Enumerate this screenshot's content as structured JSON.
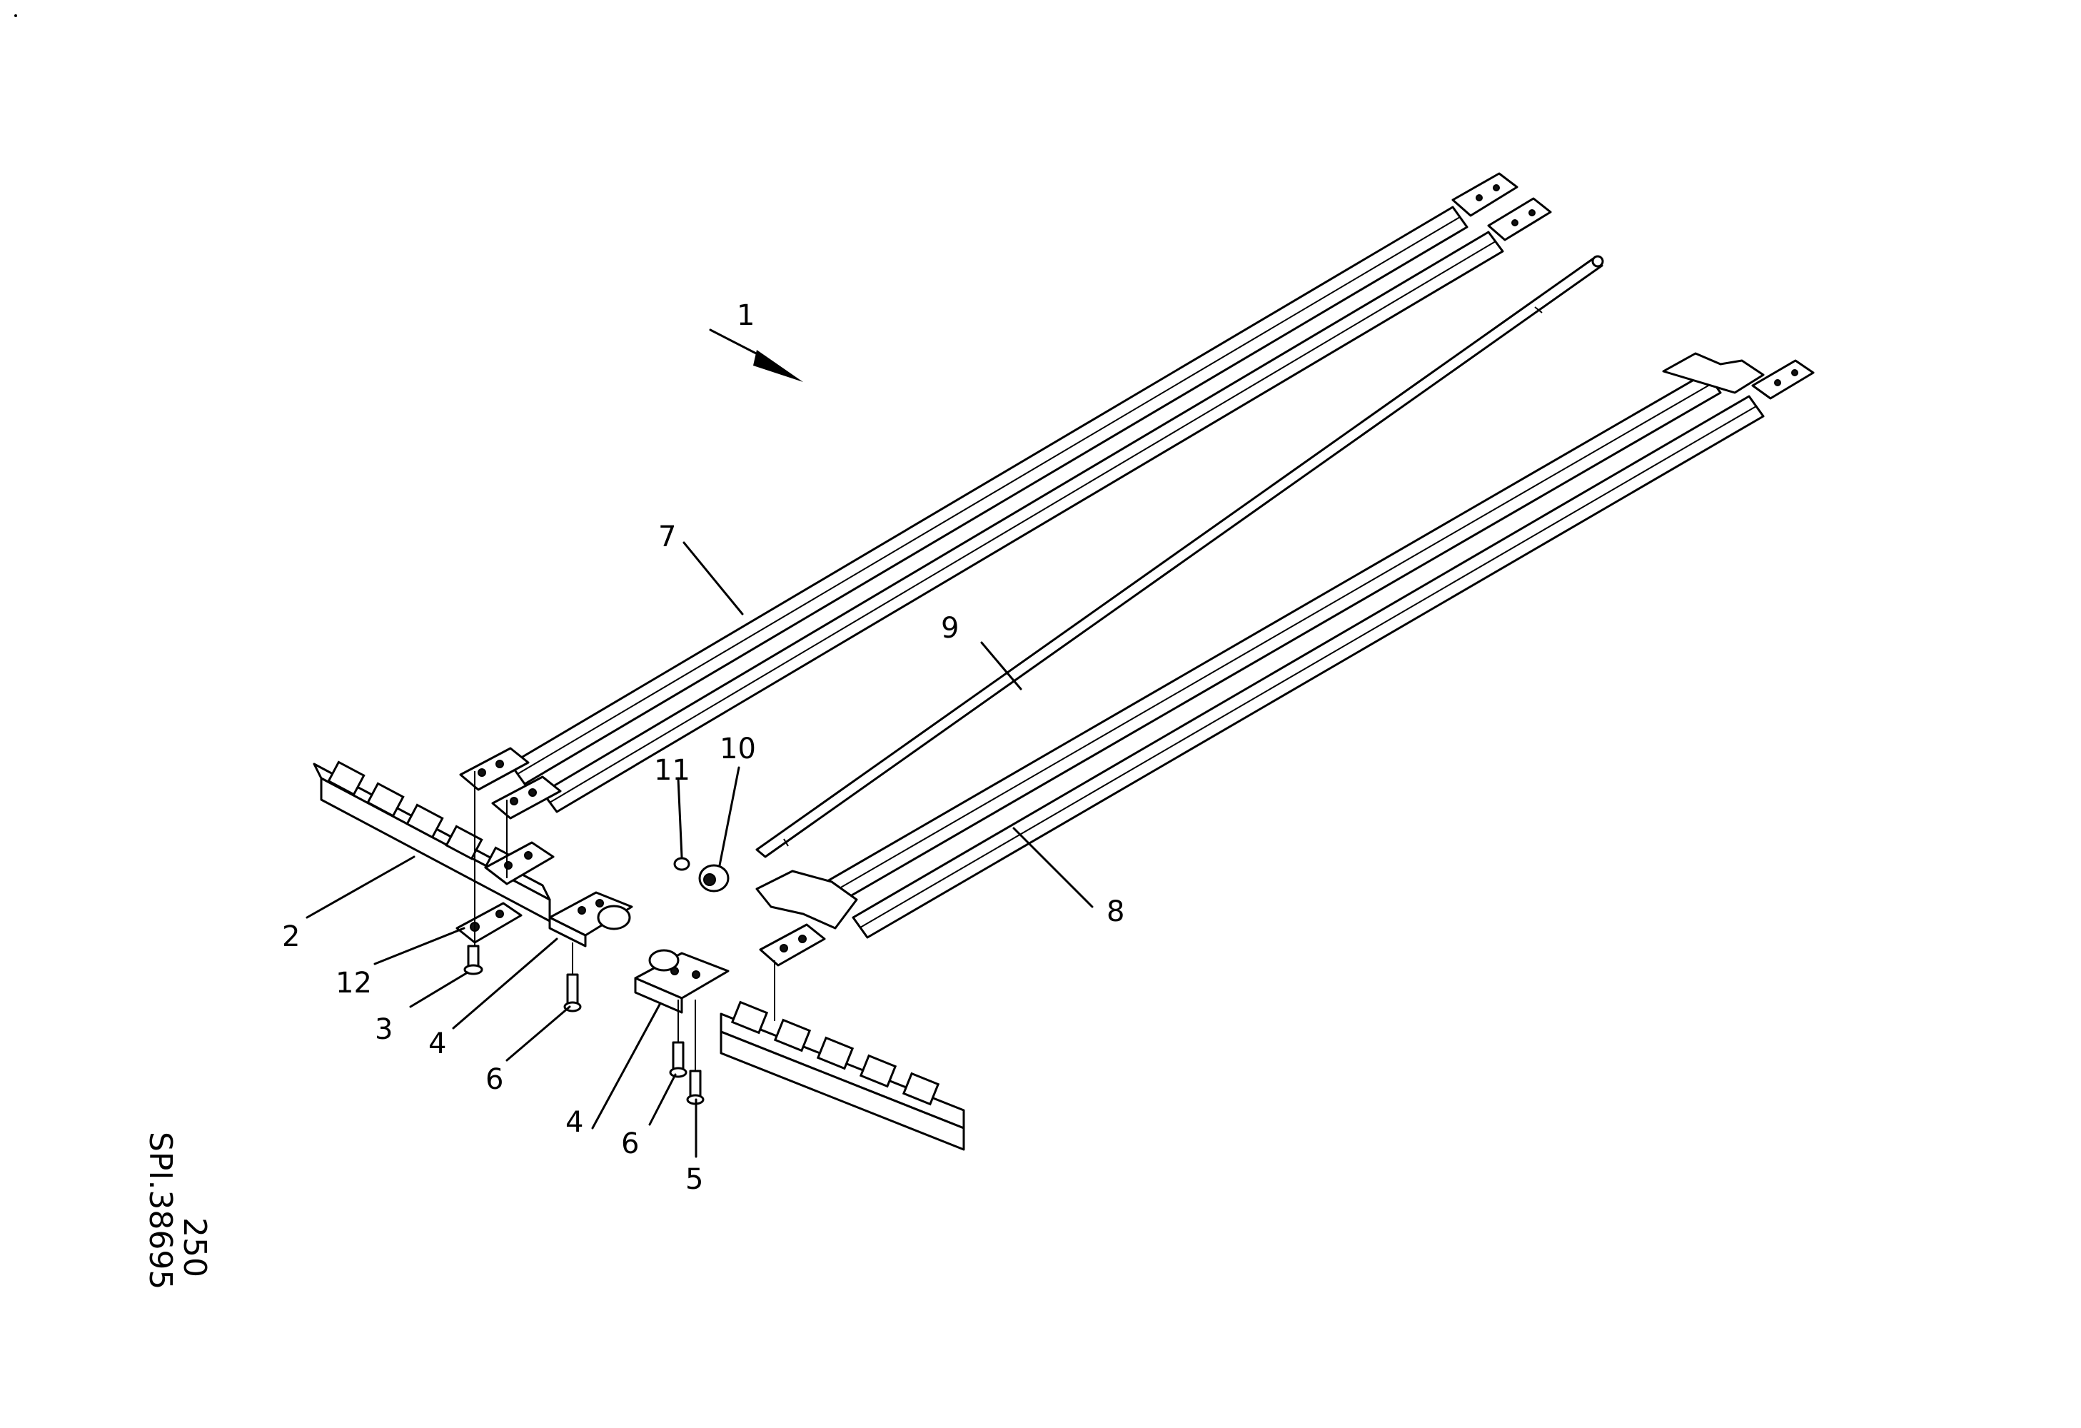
{
  "callouts": [
    "1",
    "2",
    "3",
    "4",
    "4",
    "5",
    "6",
    "6",
    "7",
    "8",
    "9",
    "10",
    "11",
    "12"
  ],
  "sheet_number": "250",
  "drawing_number": "SPI.38695",
  "colors": {
    "ink": "#000000",
    "paper": "#ffffff"
  }
}
